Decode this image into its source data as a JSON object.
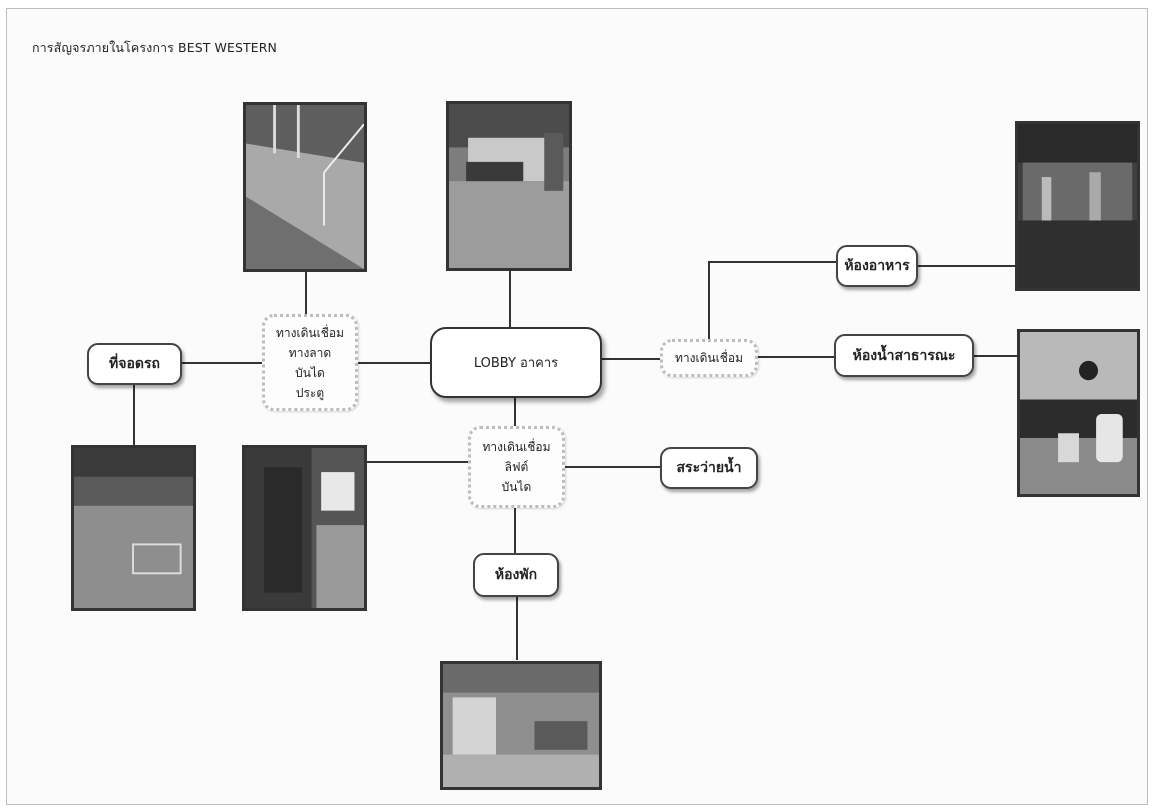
{
  "title": "การสัญจรภายในโครงการ BEST WESTERN",
  "nodes": {
    "parking": "ที่จอดรถ",
    "ramp_walkway": [
      "ทางเดินเชื่อม",
      "ทางลาด",
      "บันได",
      "ประตู"
    ],
    "lobby": "LOBBY อาคาร",
    "walkway_right": "ทางเดินเชื่อม",
    "dining": "ห้องอาหาร",
    "restroom": "ห้องน้ำสาธารณะ",
    "lift_walkway": [
      "ทางเดินเชื่อม",
      "ลิฟต์",
      "บันได"
    ],
    "pool": "สระว่ายน้ำ",
    "guestroom": "ห้องพัก"
  },
  "photos": {
    "ramp": "ramp-photo",
    "lobby": "lobby-photo",
    "dining": "dining-room-photo",
    "restroom": "restroom-photo",
    "parking": "parking-lot-photo",
    "lift": "lift-lobby-photo",
    "guestroom": "guest-room-photo"
  },
  "colors": {
    "line": "#333333",
    "node_border": "#444444",
    "dotted_border": "#bdbdbd"
  }
}
